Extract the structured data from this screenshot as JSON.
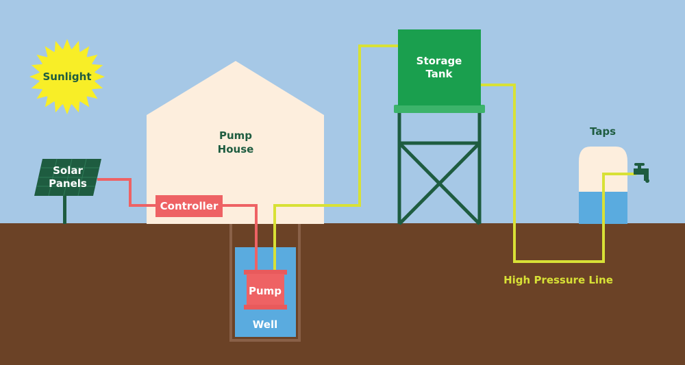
{
  "labels": {
    "sunlight": "Sunlight",
    "solar_line1": "Solar",
    "solar_line2": "Panels",
    "pump_house_line1": "Pump",
    "pump_house_line2": "House",
    "controller": "Controller",
    "pump": "Pump",
    "well": "Well",
    "storage_line1": "Storage",
    "storage_line2": "Tank",
    "taps": "Taps",
    "high_pressure_line": "High Pressure Line"
  },
  "colors": {
    "sky": "#a6c8e6",
    "ground": "#6b4226",
    "sun": "#f8ee27",
    "solar_panel": "#1e5c40",
    "pump_house": "#fdeedd",
    "controller": "#ee6264",
    "signal_wire": "#ee6264",
    "water_pipe": "#d8e136",
    "water": "#5aabdf",
    "storage_tank": "#1a9f4e",
    "tank_stand": "#1e5c40",
    "text_dark": "#1e5c40",
    "text_light": "#ffffff",
    "text_yellow": "#d8e136"
  }
}
